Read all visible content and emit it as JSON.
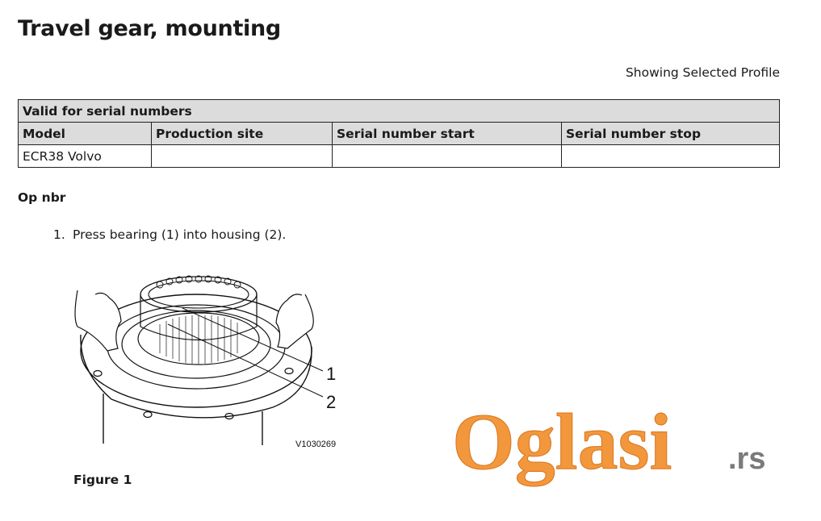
{
  "page": {
    "title": "Travel gear, mounting",
    "profile_note": "Showing Selected Profile"
  },
  "serial_table": {
    "group_header": "Valid for serial numbers",
    "columns": [
      "Model",
      "Production site",
      "Serial number start",
      "Serial number stop"
    ],
    "rows": [
      [
        "ECR38 Volvo",
        "",
        "",
        ""
      ]
    ]
  },
  "op": {
    "label": "Op nbr",
    "steps": [
      {
        "number": "1.",
        "text": "Press bearing (1) into housing (2)."
      }
    ]
  },
  "figure": {
    "callouts": [
      "1",
      "2"
    ],
    "image_code": "V1030269",
    "caption": "Figure 1"
  },
  "watermark": {
    "brand": "Oglasi",
    "suffix": ".rs",
    "color": "#f28c28"
  }
}
